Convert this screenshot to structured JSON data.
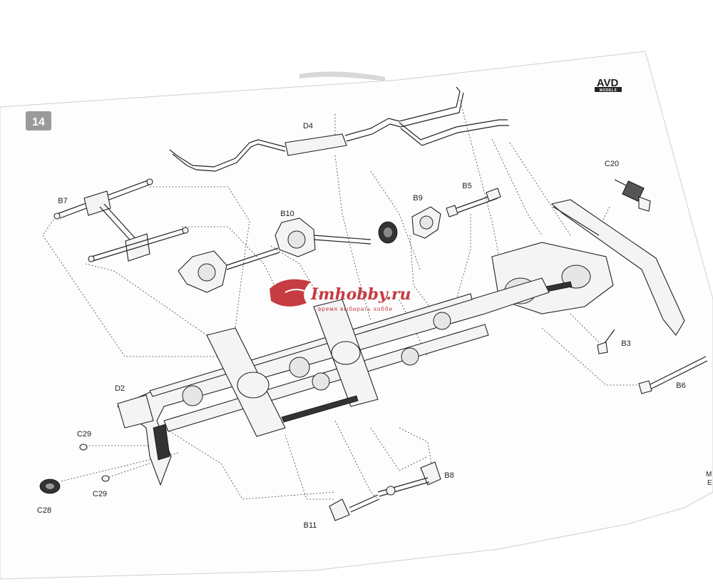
{
  "page": {
    "step_number": "14",
    "brand_logo": {
      "title": "AVD",
      "subtitle": "MODELS"
    },
    "watermark": {
      "site": "Imhobby.ru",
      "tagline": "время выбирать хобби"
    },
    "edge_text": [
      "M",
      "E"
    ]
  },
  "parts": {
    "D4": "D4",
    "B7": "B7",
    "B10": "B10",
    "B9": "B9",
    "B5": "B5",
    "C20": "C20",
    "B3": "B3",
    "B6": "B6",
    "D2": "D2",
    "C29_top": "C29",
    "C29_bottom": "C29",
    "C28": "C28",
    "B8": "B8",
    "B11": "B11"
  }
}
